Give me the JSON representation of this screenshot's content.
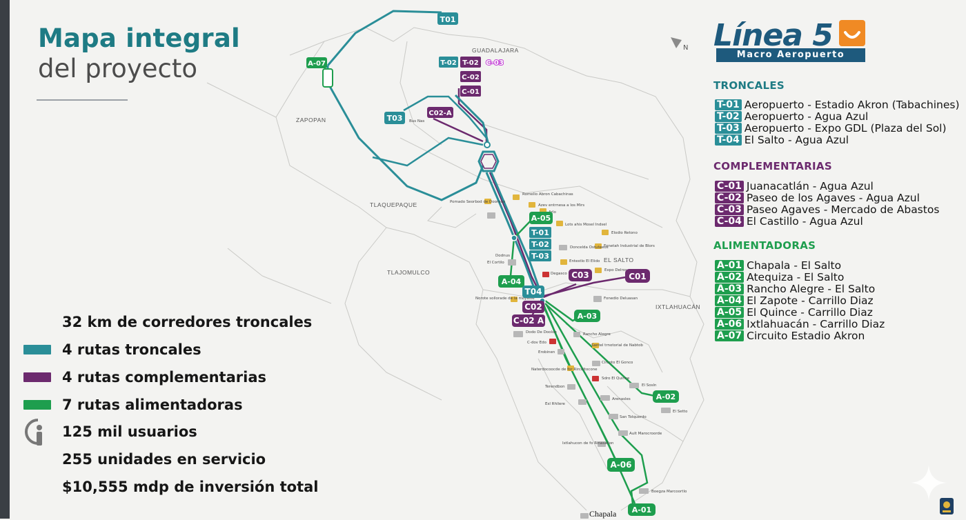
{
  "title": {
    "line1": "Mapa integral",
    "line2": "del proyecto"
  },
  "stats": [
    {
      "text": "32 km de corredores troncales",
      "swatch": ""
    },
    {
      "text": "4 rutas troncales",
      "swatch": "#2a8e98"
    },
    {
      "text": "4 rutas complementarias",
      "swatch": "#6c2a6e"
    },
    {
      "text": "7 rutas alimentadoras",
      "swatch": "#1e9e4e"
    },
    {
      "text": "125 mil usuarios",
      "swatch": "user-icon"
    },
    {
      "text": "255 unidades en servicio",
      "swatch": ""
    },
    {
      "text": "$10,555 mdp de inversión total",
      "swatch": ""
    }
  ],
  "logo": {
    "word": "Línea 5",
    "subtitle": "Macro Aeropuerto"
  },
  "north_label": "N",
  "colors": {
    "troncal": "#2a8e98",
    "complementaria": "#6c2a6e",
    "alimentadora": "#1e9e4e",
    "brand": "#1e5a7d",
    "accent": "#f08a24"
  },
  "legend": {
    "troncales": {
      "title": "TRONCALES",
      "items": [
        {
          "code": "T-01",
          "name": "Aeropuerto - Estadio Akron (Tabachines)"
        },
        {
          "code": "T-02",
          "name": "Aeropuerto - Agua Azul"
        },
        {
          "code": "T-03",
          "name": "Aeropuerto - Expo GDL (Plaza del Sol)"
        },
        {
          "code": "T-04",
          "name": "El Salto - Agua Azul"
        }
      ]
    },
    "complementarias": {
      "title": "COMPLEMENTARIAS",
      "items": [
        {
          "code": "C-01",
          "name": "Juanacatlán - Agua Azul"
        },
        {
          "code": "C-02",
          "name": "Paseo de los Agaves - Agua Azul"
        },
        {
          "code": "C-03",
          "name": "Paseo Agaves - Mercado de Abastos"
        },
        {
          "code": "C-04",
          "name": "El Castillo - Agua Azul"
        }
      ]
    },
    "alimentadoras": {
      "title": "ALIMENTADORAS",
      "items": [
        {
          "code": "A-01",
          "name": "Chapala - El Salto"
        },
        {
          "code": "A-02",
          "name": "Atequiza - El Salto"
        },
        {
          "code": "A-03",
          "name": "Rancho Alegre - El Salto"
        },
        {
          "code": "A-04",
          "name": "El Zapote - Carrillo Diaz"
        },
        {
          "code": "A-05",
          "name": "El Quince - Carrillo Diaz"
        },
        {
          "code": "A-06",
          "name": "Ixtlahuacán - Carrillo Diaz"
        },
        {
          "code": "A-07",
          "name": "Circuito Estadio Akron"
        }
      ]
    }
  },
  "map": {
    "places": {
      "guadalajara": "GUADALAJARA",
      "zapopan": "ZAPOPAN",
      "tlaquepaque": "TLAQUEPAQUE",
      "tlajomulco": "TLAJOMULCO",
      "el_salto": "EL SALTO",
      "ixtlahuacan": "IXTLAHUACÁN",
      "chapala": "Chapala"
    },
    "route_badges": {
      "t01": "T01",
      "t02_small": "T-02",
      "t02_purple": "T-02",
      "c03_outline": "C-03",
      "c02": "C-02",
      "c01": "C-01",
      "t03": "T03",
      "c02a": "C02-A",
      "a07": "A-07",
      "a05": "A-05",
      "t01_stack": "T-01",
      "t02_stack": "T-02",
      "t03_stack": "T-03",
      "a04": "A-04",
      "t04": "T04",
      "c03_mid": "C03",
      "c01_right": "C01",
      "c02_mid": "C02",
      "c02a_mid": "C-02 A",
      "a03": "A-03",
      "a02": "A-02",
      "a06": "A-06",
      "a01": "A-01"
    },
    "stops": [
      "Romelio Abron Cabachinas",
      "Azev entrnesa a los Mirs",
      "Arlo",
      "Lots ahis Mosel Indsel",
      "Elodio Retono",
      "Doncelda Ostuteeos",
      "Fonetah Industrial de Blors",
      "Entestlo El Elido",
      "Expo Delros",
      "Degasco Mcla",
      "Fonedio Deluasan",
      "Norote sollorade de la moyasie",
      "Rancho Alegre",
      "Santel trnotorial de Nabtob",
      "Erobinen",
      "Circoto El Gonco",
      "Sdro El Quince",
      "El Sosln",
      "Arenasles",
      "Terendbon",
      "Esl Rhllere",
      "El Setto",
      "San Tolquerdo",
      "Ault Marocroorde",
      "Ixtlahucon de fo Rinasalion",
      "Boegza Marcoortlo",
      "El Cortilo",
      "Dodo De Dooloo",
      "C-dov Edo",
      "Naterdocoocde de for Rircoltocone",
      "Pomado Seorbod de Dooroqo",
      "Bus Nas",
      "Dodnus"
    ]
  }
}
